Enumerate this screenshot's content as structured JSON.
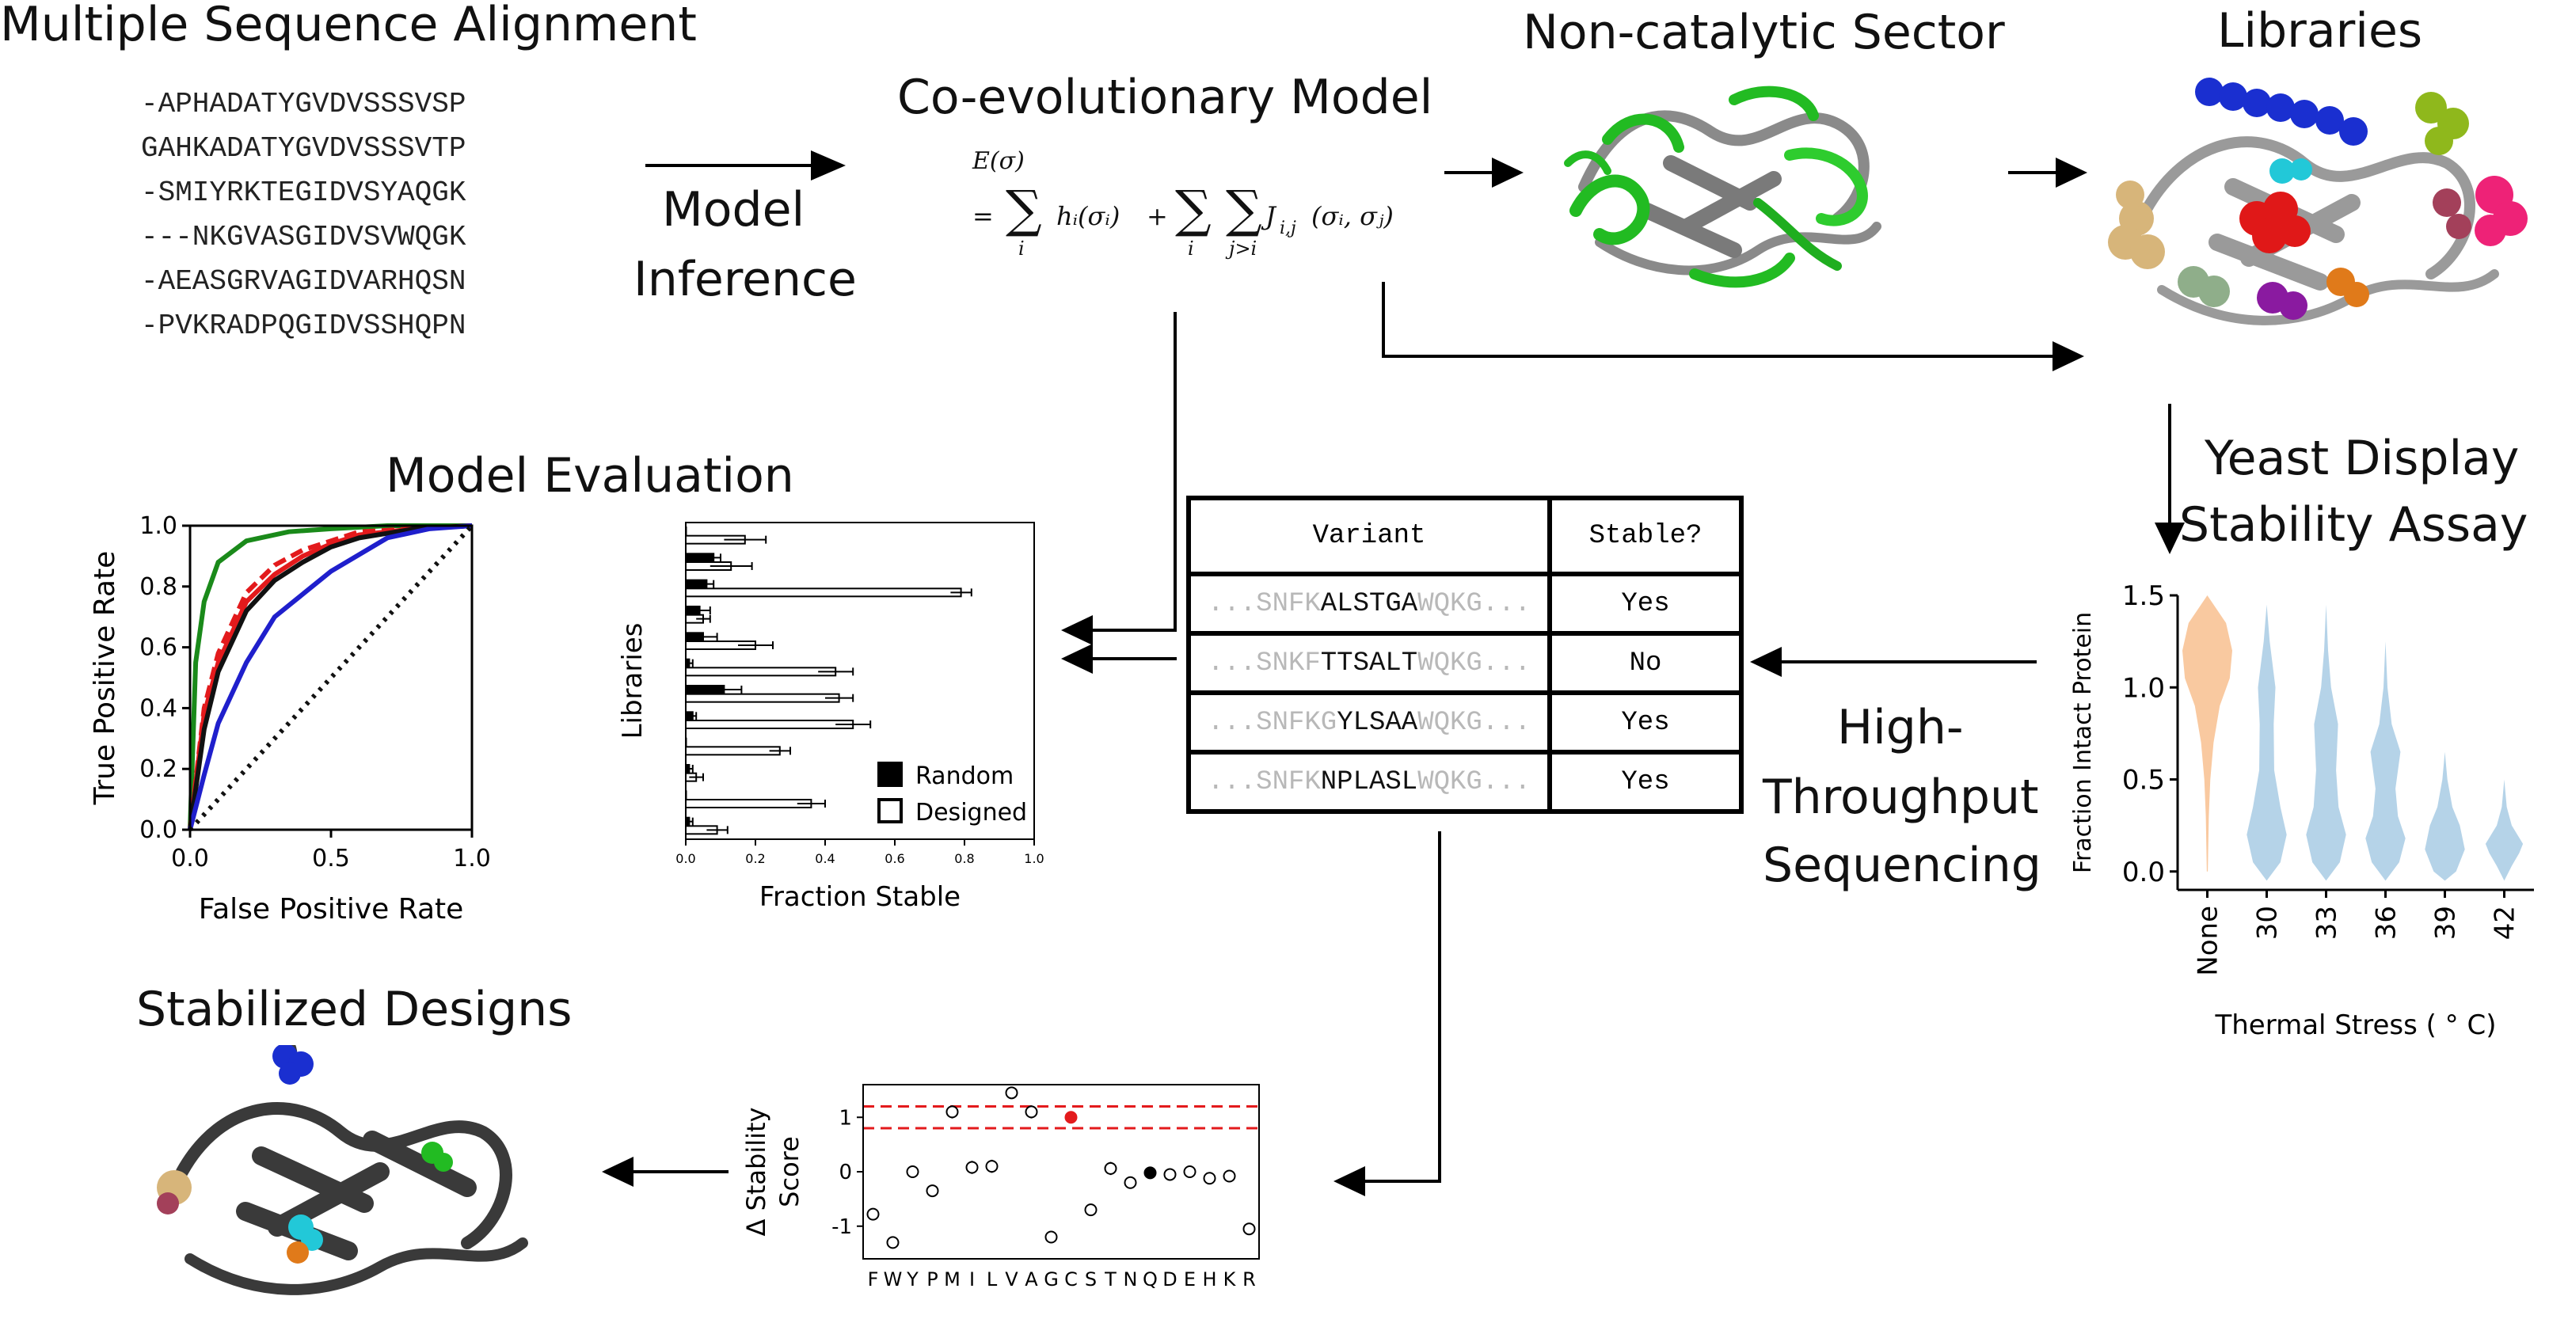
{
  "titles": {
    "msa": "Multiple Sequence Alignment",
    "coevo": "Co-evolutionary Model",
    "sector": "Non-catalytic Sector",
    "libraries": "Libraries",
    "evaluation": "Model Evaluation",
    "stabilized": "Stabilized Designs"
  },
  "process_labels": {
    "inference_1": "Model",
    "inference_2": "Inference",
    "yeast_1": "Yeast Display",
    "yeast_2": "Stability Assay",
    "hts_1": "High-",
    "hts_2": "Throughput",
    "hts_3": "Sequencing"
  },
  "msa_sequences": [
    "-APHADATYGVDVSSSVSP",
    "GAHKADATYGVDVSSSVTP",
    "-SMIYRKTEGIDVSYAQGK",
    "---NKGVASGIDVSVWQGK",
    "-AEASGRVAGIDVARHQSN",
    "-PVKRADPQGIDVSSHQPN"
  ],
  "equation": {
    "lhs": "E(σ)",
    "eq": "=",
    "sum1_sub": "i",
    "h": "hᵢ(σᵢ)",
    "plus": "+",
    "sum2_sub": "i",
    "sum3_sub": "j>i",
    "J": "J",
    "J_sub": "i,j",
    "J_args": "(σᵢ, σⱼ)"
  },
  "table": {
    "header_variant": "Variant",
    "header_stable": "Stable?",
    "rows": [
      {
        "pre": "...SNFK",
        "core": "ALSTGA",
        "post": "WQKG...",
        "stable": "Yes"
      },
      {
        "pre": "...SNKF",
        "core": "TTSALT",
        "post": "WQKG...",
        "stable": "No"
      },
      {
        "pre": "...SNFKG",
        "core": "YLSAA",
        "post": "WQKG...",
        "stable": "Yes"
      },
      {
        "pre": "...SNFK",
        "core": "NPLASL",
        "post": "WQKG...",
        "stable": "Yes"
      }
    ]
  },
  "chart_data": [
    {
      "type": "line",
      "xlabel": "False Positive Rate",
      "ylabel": "True Positive Rate",
      "xlim": [
        0,
        1
      ],
      "ylim": [
        0,
        1
      ],
      "xticks": [
        "0.0",
        "0.5",
        "1.0"
      ],
      "yticks": [
        "0.0",
        "0.2",
        "0.4",
        "0.6",
        "0.8",
        "1.0"
      ],
      "colors": [
        "#1a8a1a",
        "#e31a1c",
        "#e31a1c",
        "#111111",
        "#1f1fcc",
        "#111111"
      ],
      "series": [
        {
          "style": "solid",
          "x": [
            0,
            0.02,
            0.05,
            0.1,
            0.2,
            0.35,
            0.5,
            0.7,
            1.0
          ],
          "y": [
            0,
            0.55,
            0.75,
            0.88,
            0.95,
            0.98,
            0.99,
            1.0,
            1.0
          ]
        },
        {
          "style": "solid",
          "x": [
            0,
            0.05,
            0.1,
            0.2,
            0.3,
            0.4,
            0.5,
            0.6,
            0.8,
            1.0
          ],
          "y": [
            0,
            0.38,
            0.55,
            0.75,
            0.84,
            0.9,
            0.94,
            0.97,
            0.99,
            1.0
          ]
        },
        {
          "style": "dashed",
          "x": [
            0,
            0.05,
            0.1,
            0.2,
            0.3,
            0.4,
            0.5,
            0.6,
            0.8,
            1.0
          ],
          "y": [
            0,
            0.4,
            0.58,
            0.78,
            0.87,
            0.92,
            0.95,
            0.98,
            0.99,
            1.0
          ]
        },
        {
          "style": "solid",
          "x": [
            0,
            0.05,
            0.1,
            0.2,
            0.3,
            0.4,
            0.5,
            0.6,
            0.8,
            1.0
          ],
          "y": [
            0,
            0.33,
            0.52,
            0.72,
            0.82,
            0.88,
            0.93,
            0.96,
            0.99,
            1.0
          ]
        },
        {
          "style": "solid",
          "x": [
            0,
            0.05,
            0.1,
            0.2,
            0.3,
            0.5,
            0.7,
            0.85,
            1.0
          ],
          "y": [
            0,
            0.18,
            0.35,
            0.55,
            0.7,
            0.85,
            0.96,
            0.99,
            1.0
          ]
        },
        {
          "style": "dotted",
          "x": [
            0,
            1
          ],
          "y": [
            0,
            1
          ]
        }
      ]
    },
    {
      "type": "bar",
      "orientation": "horizontal",
      "xlabel": "Fraction Stable",
      "ylabel": "Libraries",
      "xlim": [
        0,
        1
      ],
      "xticks": [
        "0.0",
        "0.2",
        "0.4",
        "0.6",
        "0.8",
        "1.0"
      ],
      "legend": "bottom-right",
      "series": [
        {
          "name": "Random",
          "color": "#000000",
          "values": [
            0.0,
            0.08,
            0.06,
            0.04,
            0.05,
            0.01,
            0.11,
            0.02,
            0.0,
            0.01,
            0.0,
            0.01
          ],
          "errors": [
            0.0,
            0.02,
            0.02,
            0.03,
            0.04,
            0.01,
            0.05,
            0.01,
            0.0,
            0.01,
            0.0,
            0.01
          ]
        },
        {
          "name": "Designed",
          "color": "#ffffff",
          "values": [
            0.17,
            0.13,
            0.79,
            0.05,
            0.2,
            0.43,
            0.44,
            0.48,
            0.27,
            0.03,
            0.36,
            0.09
          ],
          "errors": [
            0.06,
            0.06,
            0.03,
            0.02,
            0.05,
            0.05,
            0.04,
            0.05,
            0.03,
            0.02,
            0.04,
            0.03
          ]
        }
      ]
    },
    {
      "type": "violin",
      "xlabel": "Thermal Stress ( ° C)",
      "ylabel": "Fraction Intact Protein",
      "ylim": [
        -0.1,
        1.5
      ],
      "yticks": [
        "0.0",
        "0.5",
        "1.0",
        "1.5"
      ],
      "categories": [
        "None",
        "30",
        "33",
        "36",
        "39",
        "42"
      ],
      "colors": [
        "#f9c9a0",
        "#b5d3e8",
        "#b5d3e8",
        "#b5d3e8",
        "#b5d3e8",
        "#b5d3e8"
      ],
      "profiles": [
        [
          [
            1.5,
            0.0
          ],
          [
            1.35,
            0.75
          ],
          [
            1.2,
            1.0
          ],
          [
            1.05,
            0.9
          ],
          [
            0.9,
            0.5
          ],
          [
            0.7,
            0.25
          ],
          [
            0.5,
            0.12
          ],
          [
            0.3,
            0.06
          ],
          [
            0.0,
            0.02
          ]
        ],
        [
          [
            1.45,
            0.0
          ],
          [
            1.25,
            0.12
          ],
          [
            1.0,
            0.35
          ],
          [
            0.8,
            0.28
          ],
          [
            0.55,
            0.3
          ],
          [
            0.35,
            0.55
          ],
          [
            0.2,
            0.8
          ],
          [
            0.05,
            0.55
          ],
          [
            -0.05,
            0.0
          ]
        ],
        [
          [
            1.45,
            0.0
          ],
          [
            1.2,
            0.08
          ],
          [
            1.0,
            0.2
          ],
          [
            0.8,
            0.48
          ],
          [
            0.55,
            0.4
          ],
          [
            0.35,
            0.5
          ],
          [
            0.2,
            0.8
          ],
          [
            0.05,
            0.55
          ],
          [
            -0.05,
            0.0
          ]
        ],
        [
          [
            1.25,
            0.0
          ],
          [
            1.0,
            0.08
          ],
          [
            0.8,
            0.25
          ],
          [
            0.65,
            0.6
          ],
          [
            0.45,
            0.4
          ],
          [
            0.3,
            0.5
          ],
          [
            0.18,
            0.8
          ],
          [
            0.05,
            0.55
          ],
          [
            -0.05,
            0.0
          ]
        ],
        [
          [
            0.65,
            0.0
          ],
          [
            0.5,
            0.1
          ],
          [
            0.35,
            0.3
          ],
          [
            0.25,
            0.6
          ],
          [
            0.12,
            0.8
          ],
          [
            0.0,
            0.45
          ],
          [
            -0.05,
            0.0
          ]
        ],
        [
          [
            0.5,
            0.0
          ],
          [
            0.35,
            0.1
          ],
          [
            0.25,
            0.3
          ],
          [
            0.15,
            0.75
          ],
          [
            0.1,
            0.6
          ],
          [
            0.03,
            0.3
          ],
          [
            -0.05,
            0.0
          ]
        ]
      ]
    },
    {
      "type": "scatter",
      "xlabel": "",
      "ylabel": "Δ Stability Score",
      "ylim": [
        -1.6,
        1.6
      ],
      "yticks": [
        "-1",
        "0",
        "1"
      ],
      "categories": [
        "F",
        "W",
        "Y",
        "P",
        "M",
        "I",
        "L",
        "V",
        "A",
        "G",
        "C",
        "S",
        "T",
        "N",
        "Q",
        "D",
        "E",
        "H",
        "K",
        "R"
      ],
      "values": [
        -0.78,
        -1.3,
        0.0,
        -0.35,
        1.1,
        0.08,
        0.1,
        1.45,
        1.1,
        -1.2,
        1.0,
        -0.7,
        0.06,
        -0.2,
        -0.02,
        -0.05,
        0.0,
        -0.12,
        -0.08,
        -1.05
      ],
      "errors": [
        0.1,
        0.1,
        0.08,
        0.08,
        0.12,
        0.12,
        0.12,
        0.1,
        0.12,
        0.1,
        0.0,
        0.1,
        0.12,
        0.05,
        0.0,
        0.05,
        0.05,
        0.08,
        0.05,
        0.1
      ],
      "highlight": {
        "C": "#e31a1c",
        "Q": "#000000"
      },
      "reference_lines": [
        0.8,
        1.2
      ],
      "reference_color": "#e31a1c"
    }
  ]
}
